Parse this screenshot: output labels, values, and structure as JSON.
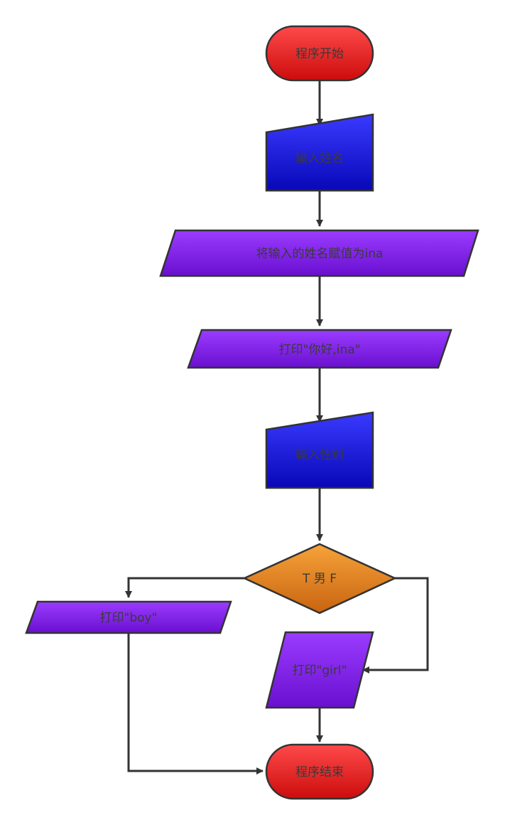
{
  "flowchart": {
    "start": "程序开始",
    "input_name": "输入姓名",
    "assign_name": "将输入的姓名赋值为ina",
    "print_hello": "打印\"你好,ina\"",
    "input_gender": "输入性别",
    "decision": "T 男 F",
    "print_boy": "打印\"boy\"",
    "print_girl": "打印\"girl\"",
    "end": "程序结束"
  },
  "colors": {
    "terminal": "#e81c1c",
    "input": "#1a1adc",
    "process": "#8a22e8",
    "decision": "#e68420",
    "stroke": "#333333"
  }
}
